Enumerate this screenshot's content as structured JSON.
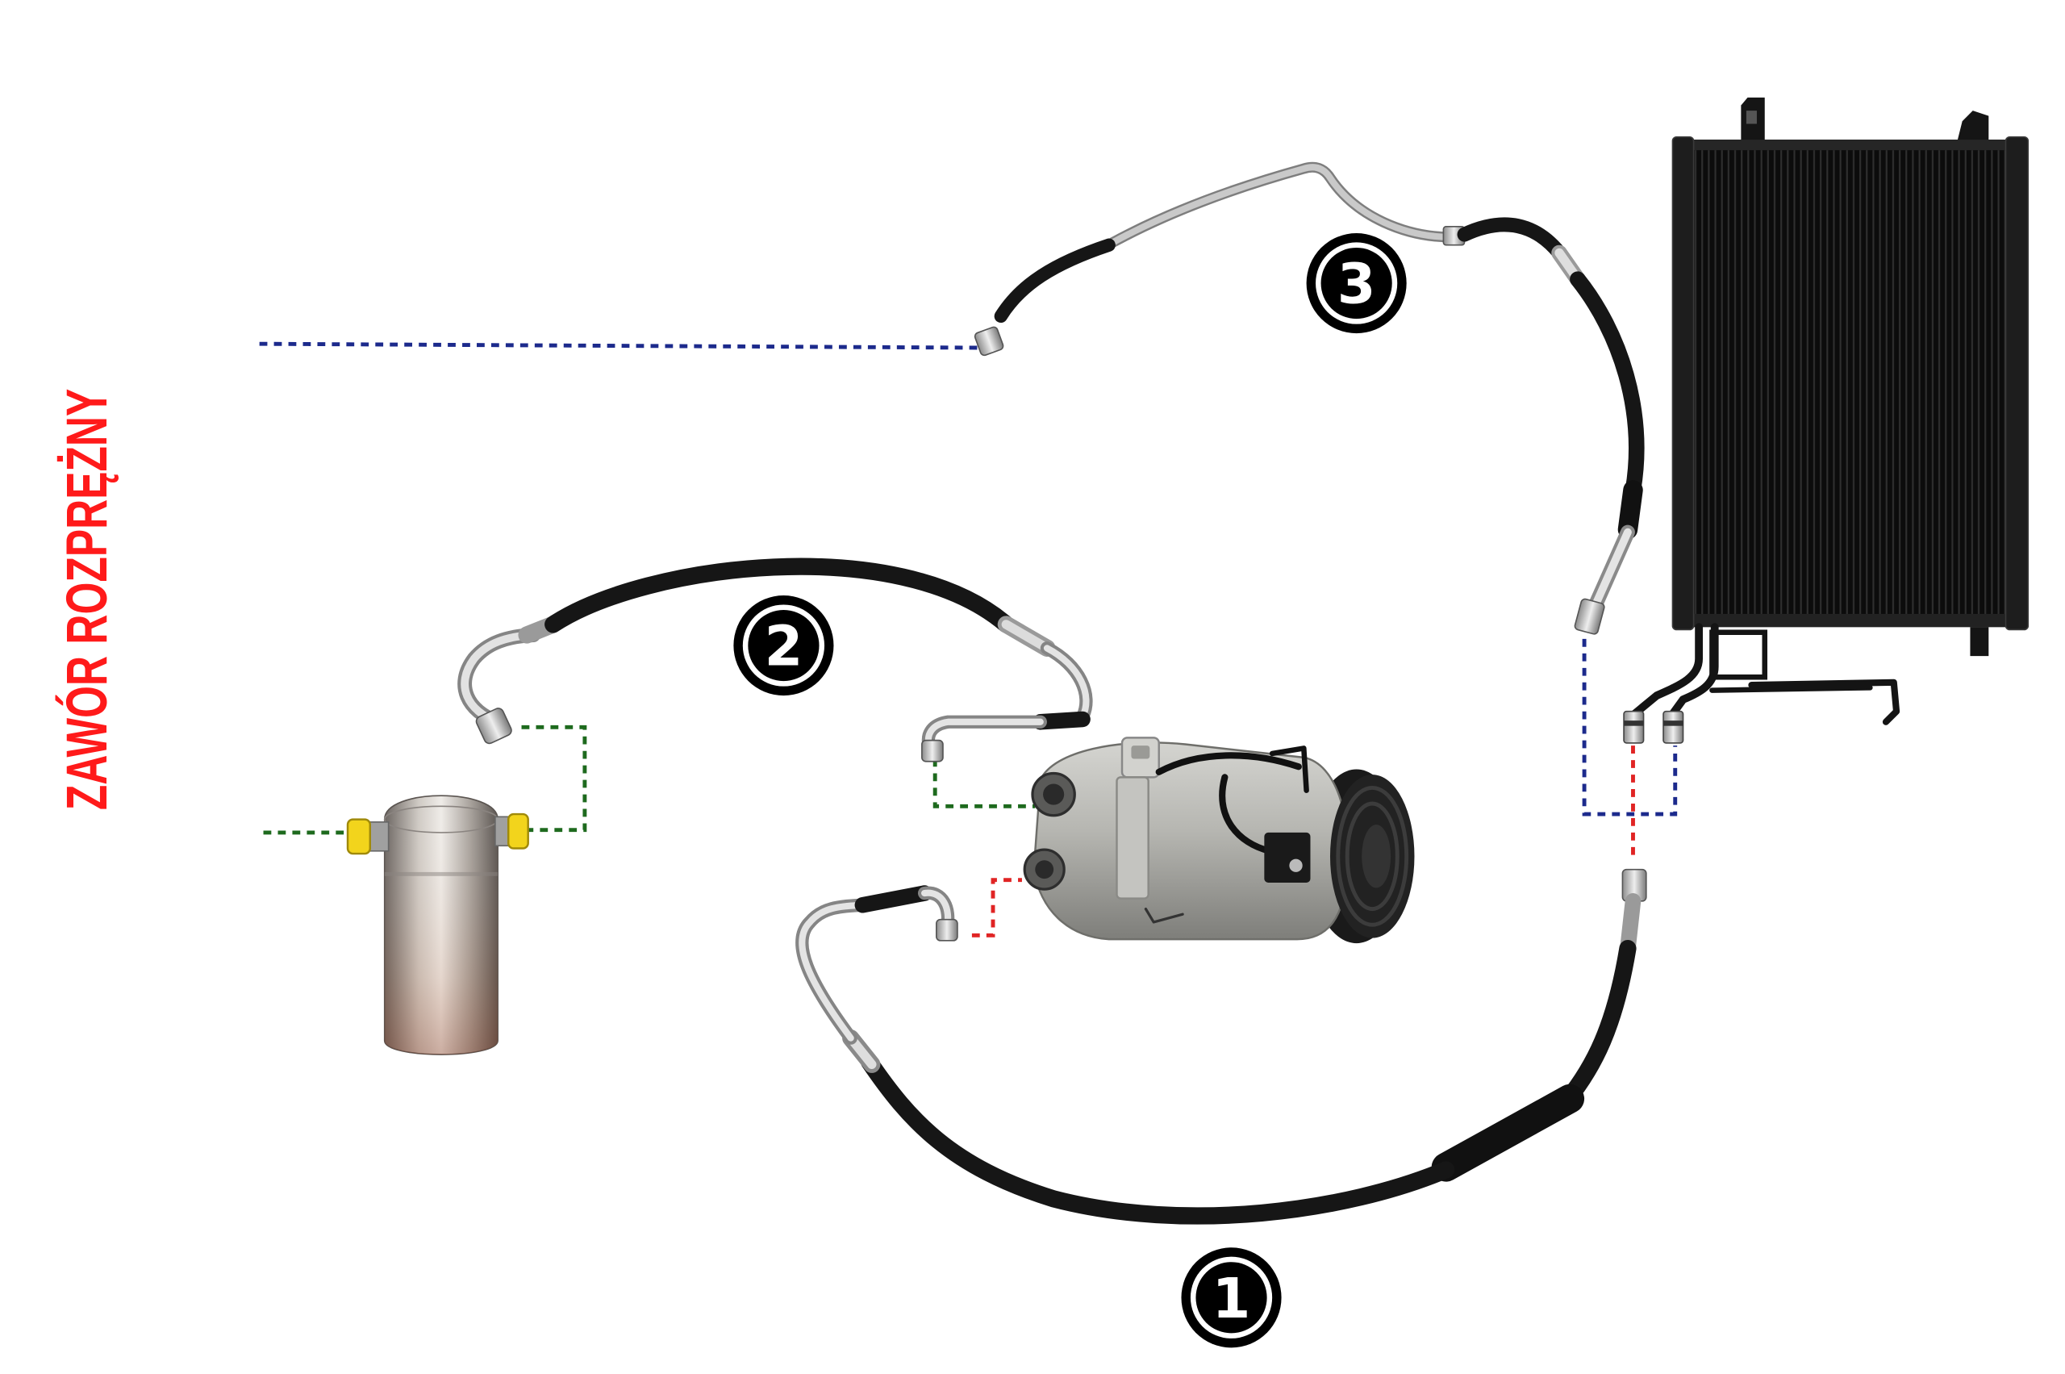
{
  "label": {
    "text": "ZAWÓR ROZPRĘŻNY",
    "color": "#ff1a1a"
  },
  "hose_markers": [
    {
      "number": "1"
    },
    {
      "number": "2"
    },
    {
      "number": "3"
    }
  ],
  "colors": {
    "dotted_blue": "#1c2a8c",
    "dotted_green": "#1e6a1e",
    "dotted_red": "#e02424",
    "hose": "#161616",
    "metal_pipe": "#c9c9c9"
  }
}
